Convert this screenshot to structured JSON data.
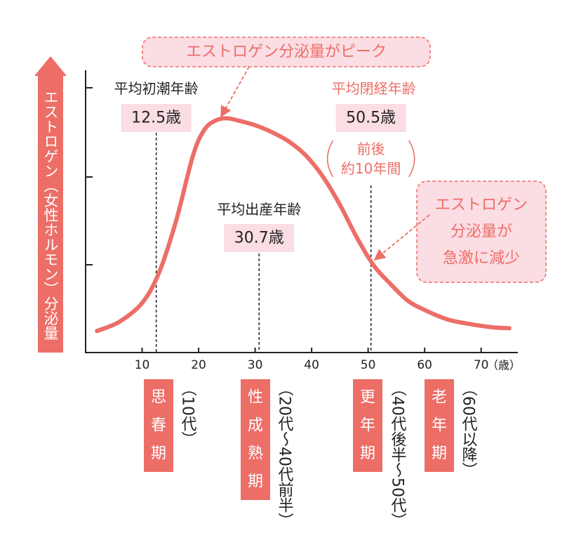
{
  "chart_data": {
    "type": "line",
    "title": "",
    "xlabel": "",
    "ylabel": "エストロゲン（女性ホルモン）分泌量",
    "x_unit": "（歳）",
    "xlim": [
      0,
      76
    ],
    "ylim": [
      0,
      1
    ],
    "x_ticks": [
      10,
      20,
      30,
      40,
      50,
      60,
      70
    ],
    "y_ticks_labeled": false,
    "series": [
      {
        "x": [
          2,
          6,
          10,
          13,
          16,
          19,
          21,
          23,
          25,
          27,
          30,
          33,
          36,
          39,
          42,
          45,
          48,
          51,
          54,
          57,
          60,
          64,
          68,
          72,
          75
        ],
        "y": [
          0.05,
          0.09,
          0.17,
          0.3,
          0.52,
          0.8,
          0.91,
          0.95,
          0.96,
          0.95,
          0.93,
          0.9,
          0.86,
          0.8,
          0.71,
          0.59,
          0.45,
          0.33,
          0.25,
          0.18,
          0.14,
          0.1,
          0.08,
          0.066,
          0.062
        ]
      }
    ],
    "color": "#ec6e67",
    "markers": [
      {
        "x": 12.5,
        "label": "平均初潮年齢",
        "value": "12.5歳"
      },
      {
        "x": 30.7,
        "label": "平均出産年齢",
        "value": "30.7歳"
      },
      {
        "x": 50.5,
        "label": "平均閉経年齢",
        "value": "50.5歳",
        "note": [
          "前後",
          "約10年間"
        ]
      }
    ],
    "annotations": [
      {
        "text": [
          "エストロゲン分泌量がピーク"
        ],
        "target_x": 24
      },
      {
        "text": [
          "エストロゲン",
          "分泌量が",
          "急激に減少"
        ],
        "target_x": 50.5
      }
    ],
    "stages": [
      {
        "name": "思春期",
        "range": "（10代）"
      },
      {
        "name": "性成熟期",
        "range": "（20代〜40代前半）"
      },
      {
        "name": "更年期",
        "range": "（40代後半〜50代）"
      },
      {
        "name": "老年期",
        "range": "（60代以降）"
      }
    ]
  }
}
